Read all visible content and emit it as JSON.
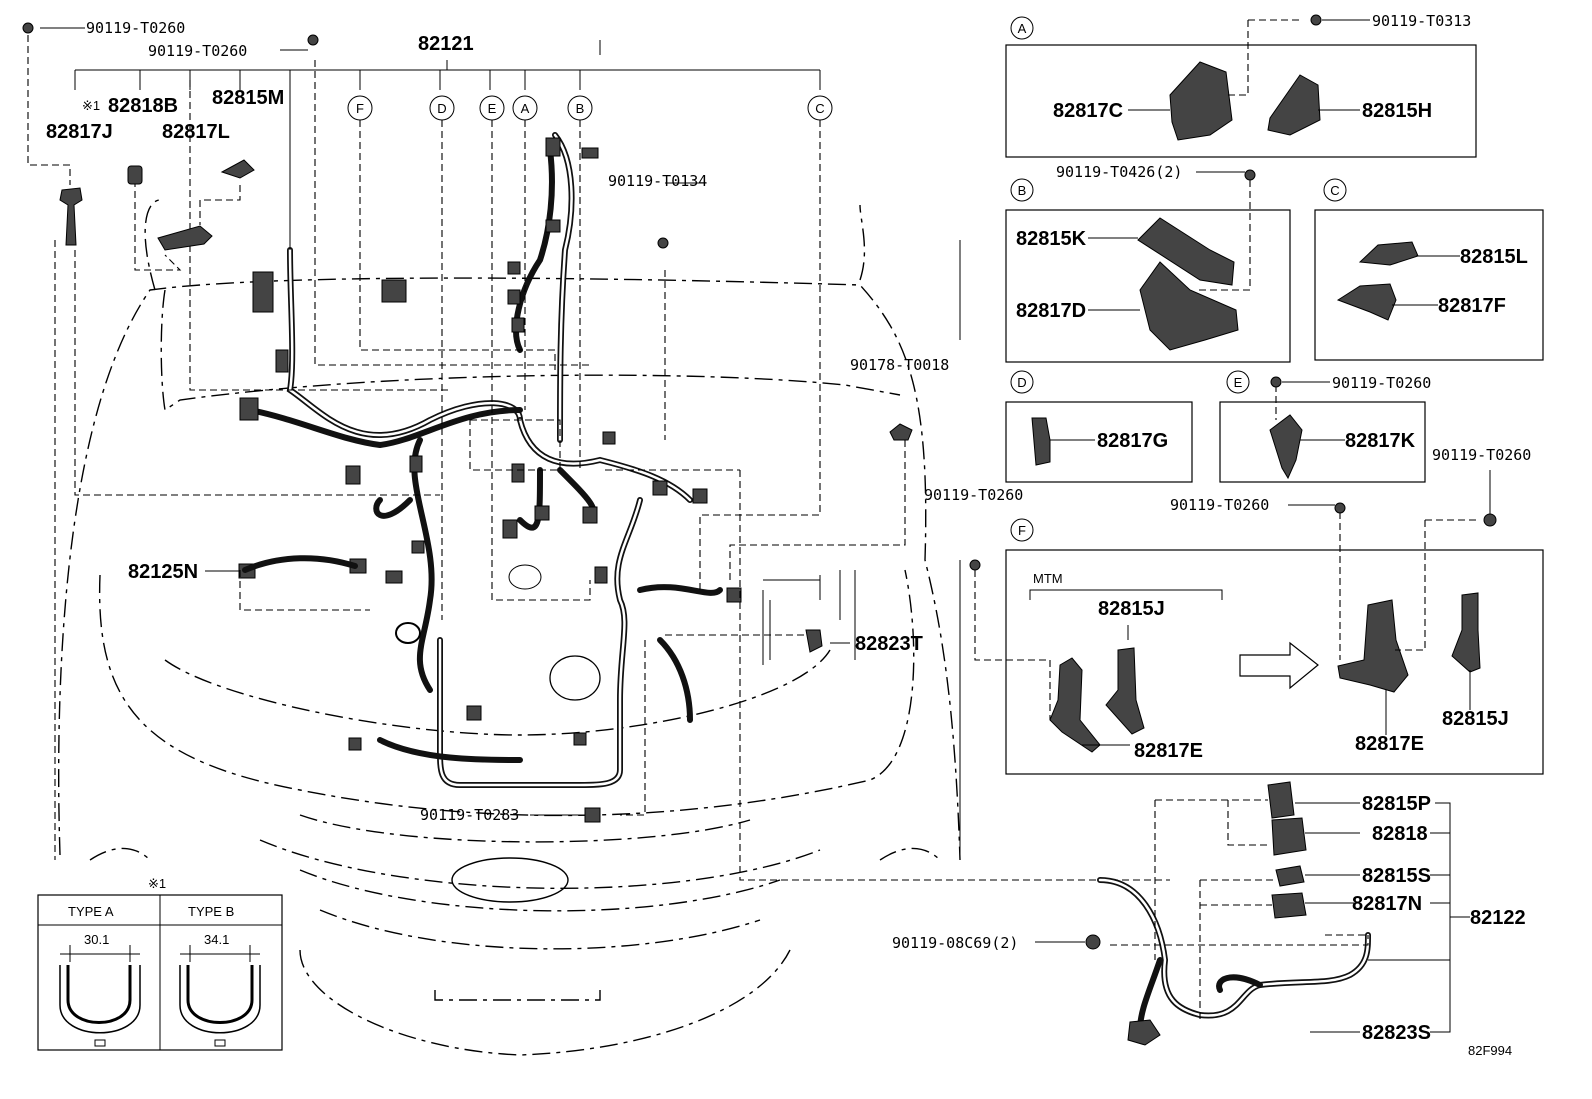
{
  "figure_id": "82F994",
  "main_parts": {
    "harness_main": "82121",
    "harness_front": "82122",
    "harness_sub": "82125N"
  },
  "labels": {
    "bolt_tl": "90119-T0260",
    "bolt_tl2": "90119-T0260",
    "p82817J": "82817J",
    "p82818B": "82818B",
    "mark1": "※1",
    "p82817L": "82817L",
    "p82815M": "82815M",
    "bolt_t0134": "90119-T0134",
    "bolt_t0018": "90178-T0018",
    "bolt_t0283": "90119-T0283",
    "p82823T": "82823T",
    "bolt_t0313": "90119-T0313",
    "p82817C": "82817C",
    "p82815H": "82815H",
    "bolt_t0426": "90119-T0426(2)",
    "p82815K": "82815K",
    "p82817D": "82817D",
    "p82815L": "82815L",
    "p82817F": "82817F",
    "bolt_e": "90119-T0260",
    "p82817G": "82817G",
    "p82817K": "82817K",
    "bolt_f_left": "90119-T0260",
    "bolt_f_mid": "90119-T0260",
    "bolt_f_right": "90119-T0260",
    "mtm": "MTM",
    "p82815J_a": "82815J",
    "p82817E_a": "82817E",
    "p82817E_b": "82817E",
    "p82815J_b": "82815J",
    "p82815P": "82815P",
    "p82818": "82818",
    "p82815S": "82815S",
    "p82817N": "82817N",
    "bolt_08c69": "90119-08C69(2)",
    "p82823S": "82823S"
  },
  "callouts": [
    "A",
    "B",
    "C",
    "D",
    "E",
    "F"
  ],
  "detail_boxes": {
    "a": "A",
    "b": "B",
    "c": "C",
    "d": "D",
    "e": "E",
    "f": "F"
  },
  "clamp_table": {
    "mark": "※1",
    "type_a": "TYPE A",
    "type_b": "TYPE B",
    "dim_a": "30.1",
    "dim_b": "34.1"
  }
}
